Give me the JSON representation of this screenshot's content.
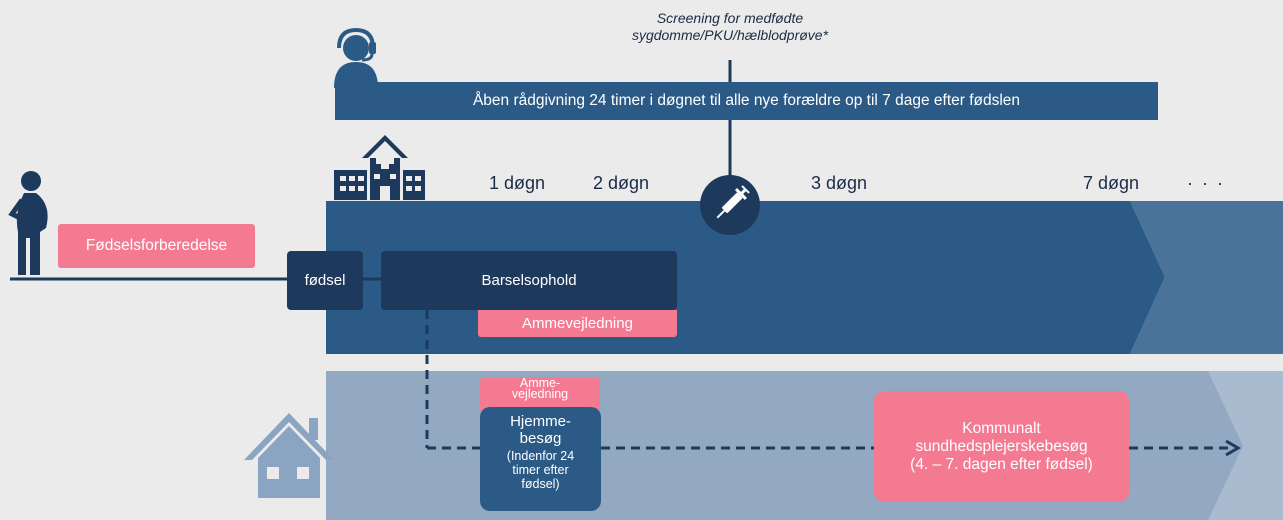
{
  "screening": {
    "line1": "Screening for medfødte",
    "line2": "sygdomme/PKU/hælblodprøve*"
  },
  "advice_bar": {
    "text": "Åben rådgivning 24 timer i døgnet til alle nye forældre op til 7 dage efter fødslen"
  },
  "timeline": {
    "day1": "1 døgn",
    "day2": "2 døgn",
    "day3": "3 døgn",
    "day7": "7 døgn",
    "ellipsis": "· · ·"
  },
  "boxes": {
    "preparation": "Fødselsforberedelse",
    "birth": "fødsel",
    "maternity_stay": "Barselsophold",
    "breastfeeding_hospital": "Ammevejledning",
    "breastfeeding_home_line1": "Amme-",
    "breastfeeding_home_line2": "vejledning",
    "home_visit_title_line1": "Hjemme-",
    "home_visit_title_line2": "besøg",
    "home_visit_sub_line1": "(Indenfor 24",
    "home_visit_sub_line2": "timer efter",
    "home_visit_sub_line3": "fødsel)",
    "municipal_line1": "Kommunalt",
    "municipal_line2": "sundhedsplejerskebesøg",
    "municipal_line3": "(4. – 7.  dagen efter fødsel)"
  },
  "colors": {
    "background": "#ebebeb",
    "dark_navy": "#1d3a5d",
    "hospital_band": "#2b5a86",
    "hospital_band_tail": "#4a7399",
    "home_band": "#93a9c1",
    "pink": "#f47a92",
    "house_icon": "#8aa4c2"
  }
}
